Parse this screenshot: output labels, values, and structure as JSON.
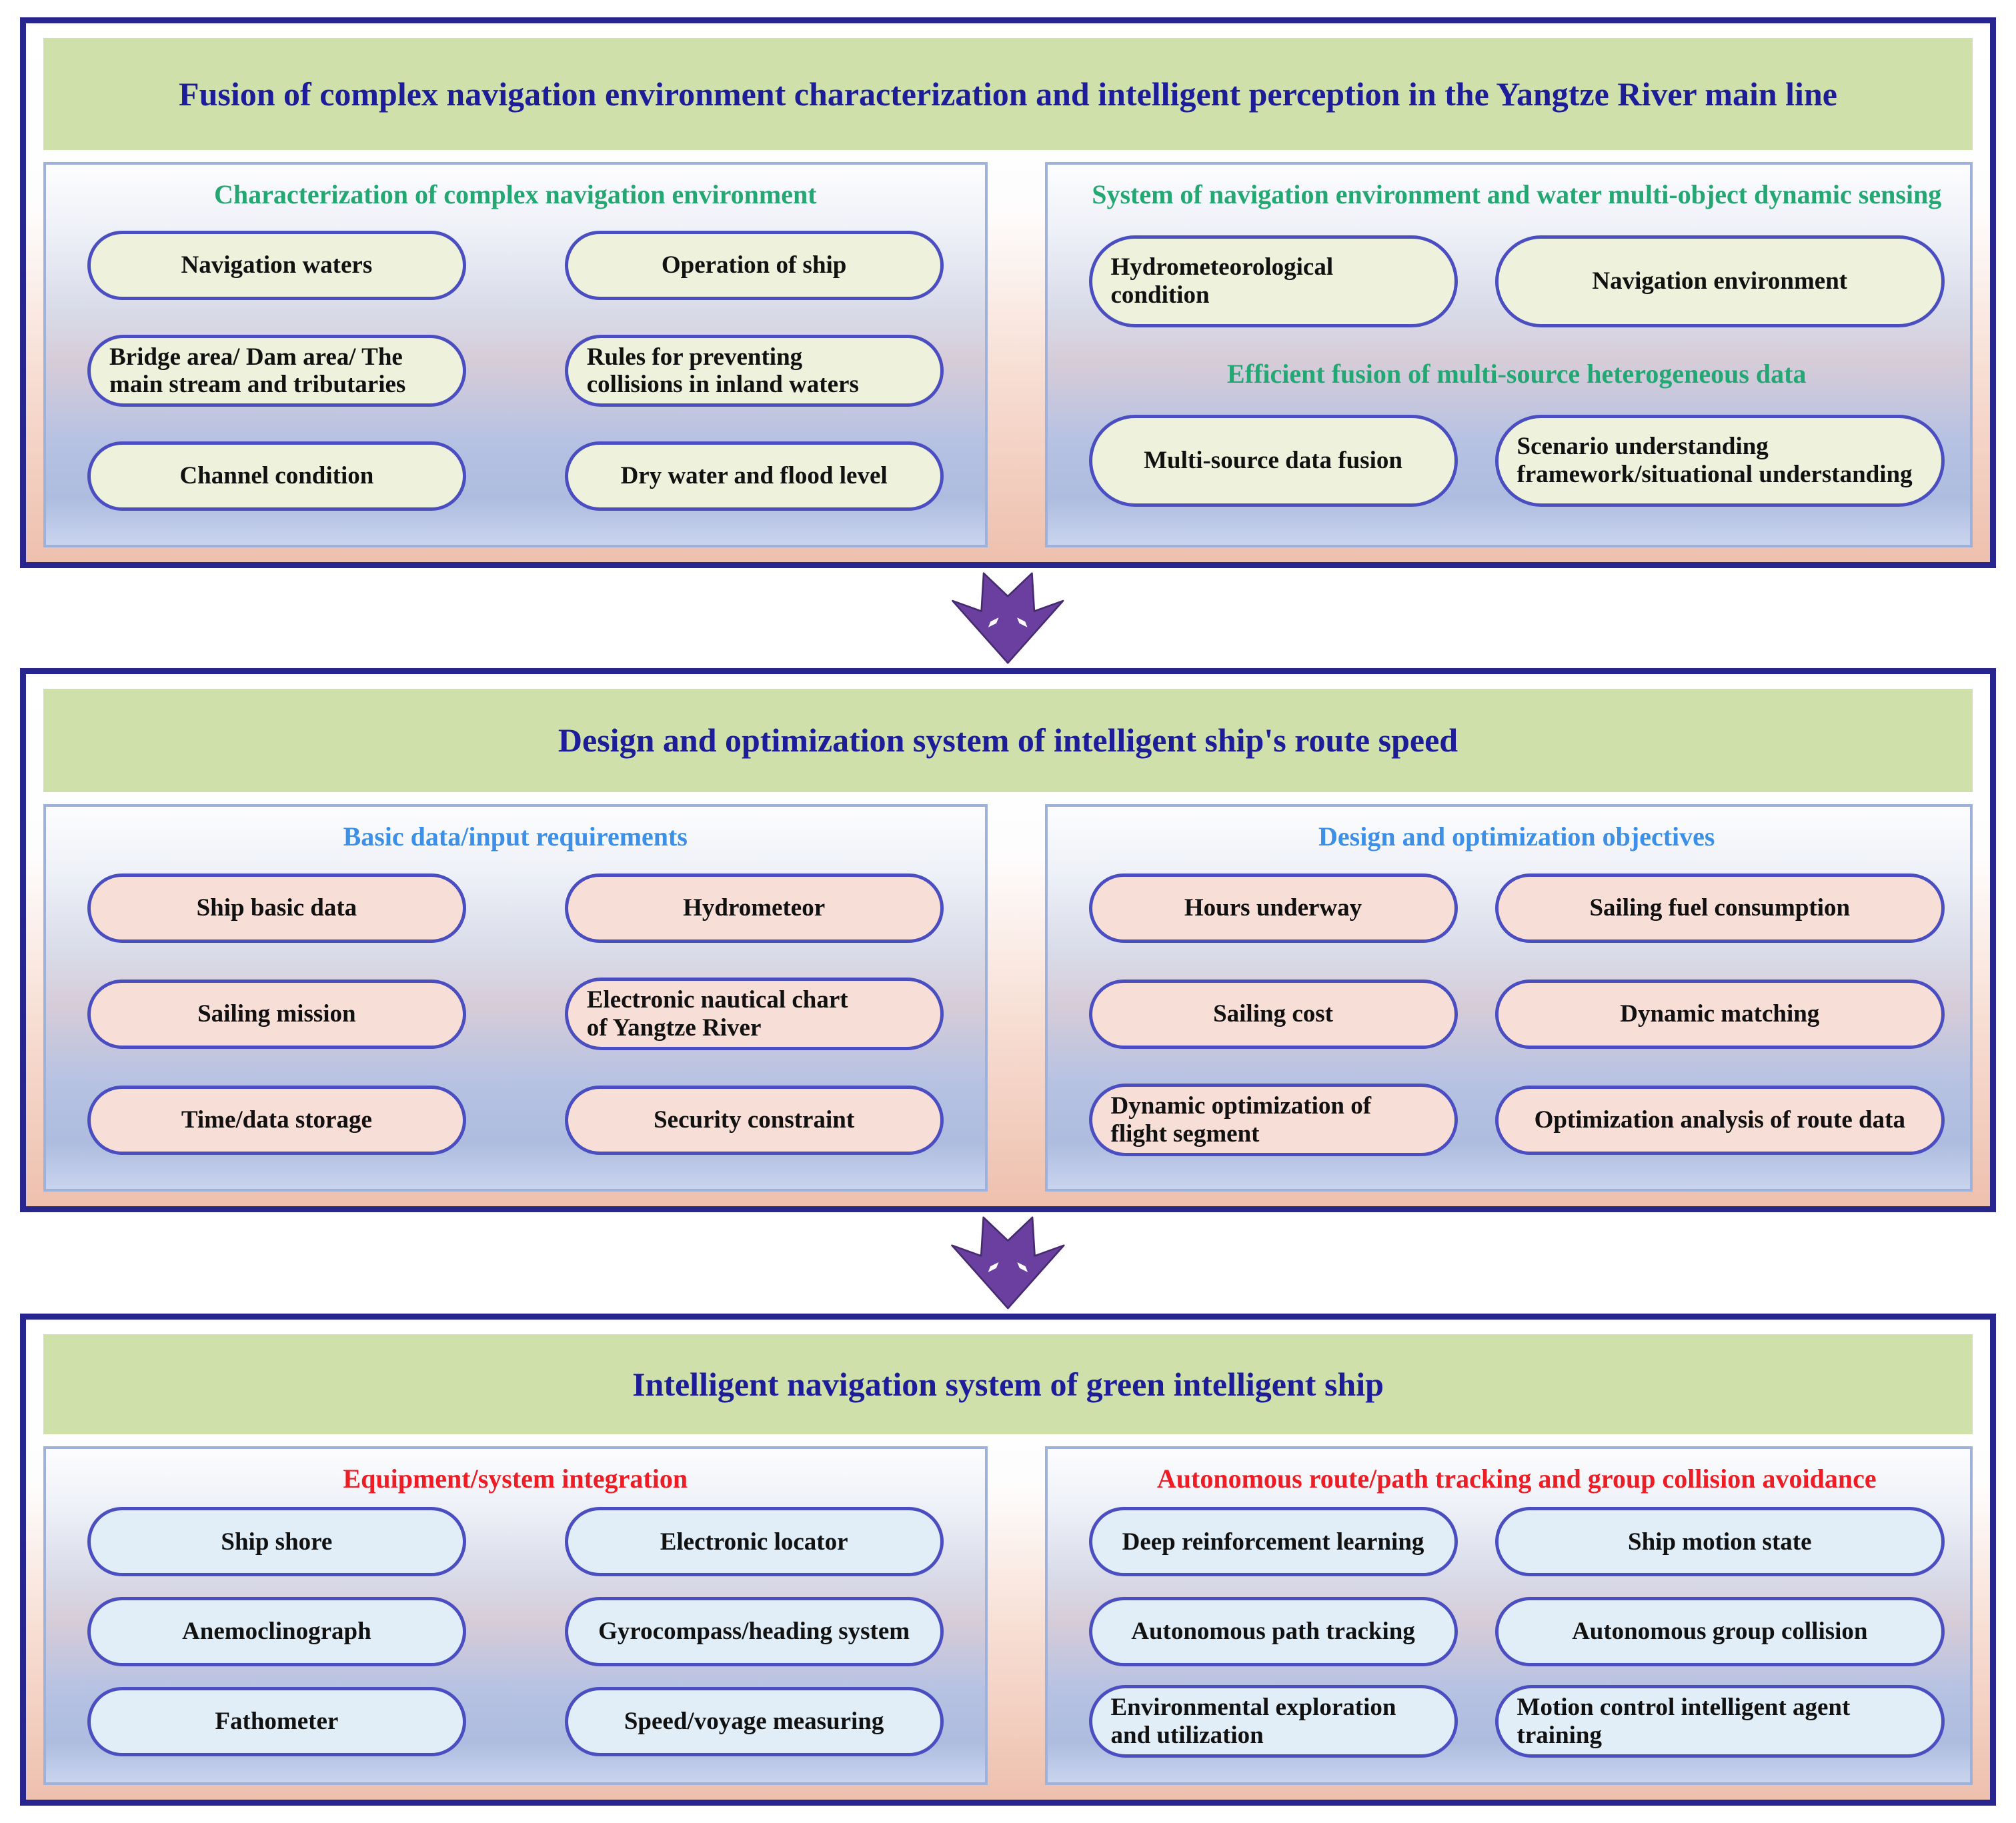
{
  "colors": {
    "section_border": "#26268e",
    "band_background": "#cfe0aa",
    "title_text": "#1d1d9a",
    "heading_green": "#24a873",
    "heading_blue": "#3d90e6",
    "heading_red": "#ee1c24",
    "pill_border": "#4a4ec0",
    "pill_fill_section1": "#eef1dc",
    "pill_fill_section2": "#f7ded7",
    "pill_fill_section3": "#e1eef7",
    "arrow_purple": "#6b3fa0"
  },
  "sections": [
    {
      "title": "Fusion of complex navigation environment characterization and intelligent perception in the Yangtze River main line",
      "panels": [
        {
          "heading": "Characterization of complex navigation environment",
          "pills": [
            "Navigation waters",
            "Operation of ship",
            "Bridge area/ Dam area/ The\nmain stream and tributaries",
            "Rules for preventing\ncollisions in inland waters",
            "Channel condition",
            "Dry water and flood level"
          ]
        },
        {
          "heading": "System of navigation environment and water multi-object dynamic sensing",
          "heading2": "Efficient fusion of multi-source heterogeneous data",
          "pills": [
            "Hydrometeorological\ncondition",
            "Navigation environment",
            "Multi-source data fusion",
            "Scenario understanding\nframework/situational understanding"
          ]
        }
      ]
    },
    {
      "title": "Design and optimization system of intelligent ship's route speed",
      "panels": [
        {
          "heading": "Basic data/input requirements",
          "pills": [
            "Ship basic data",
            "Hydrometeor",
            "Sailing mission",
            "Electronic nautical chart\nof Yangtze River",
            "Time/data storage",
            "Security constraint"
          ]
        },
        {
          "heading": "Design and optimization objectives",
          "pills": [
            "Hours underway",
            "Sailing fuel consumption",
            "Sailing cost",
            "Dynamic matching",
            "Dynamic optimization of\nflight segment",
            "Optimization analysis of route data"
          ]
        }
      ]
    },
    {
      "title": "Intelligent navigation system of green intelligent ship",
      "panels": [
        {
          "heading": "Equipment/system integration",
          "pills": [
            "Ship shore",
            "Electronic locator",
            "Anemoclinograph",
            "Gyrocompass/heading system",
            "Fathometer",
            "Speed/voyage measuring"
          ]
        },
        {
          "heading": "Autonomous route/path tracking and group collision avoidance",
          "pills": [
            "Deep reinforcement learning",
            "Ship motion state",
            "Autonomous path tracking",
            "Autonomous group collision",
            "Environmental exploration\nand utilization",
            "Motion control intelligent agent\ntraining"
          ]
        }
      ]
    }
  ]
}
